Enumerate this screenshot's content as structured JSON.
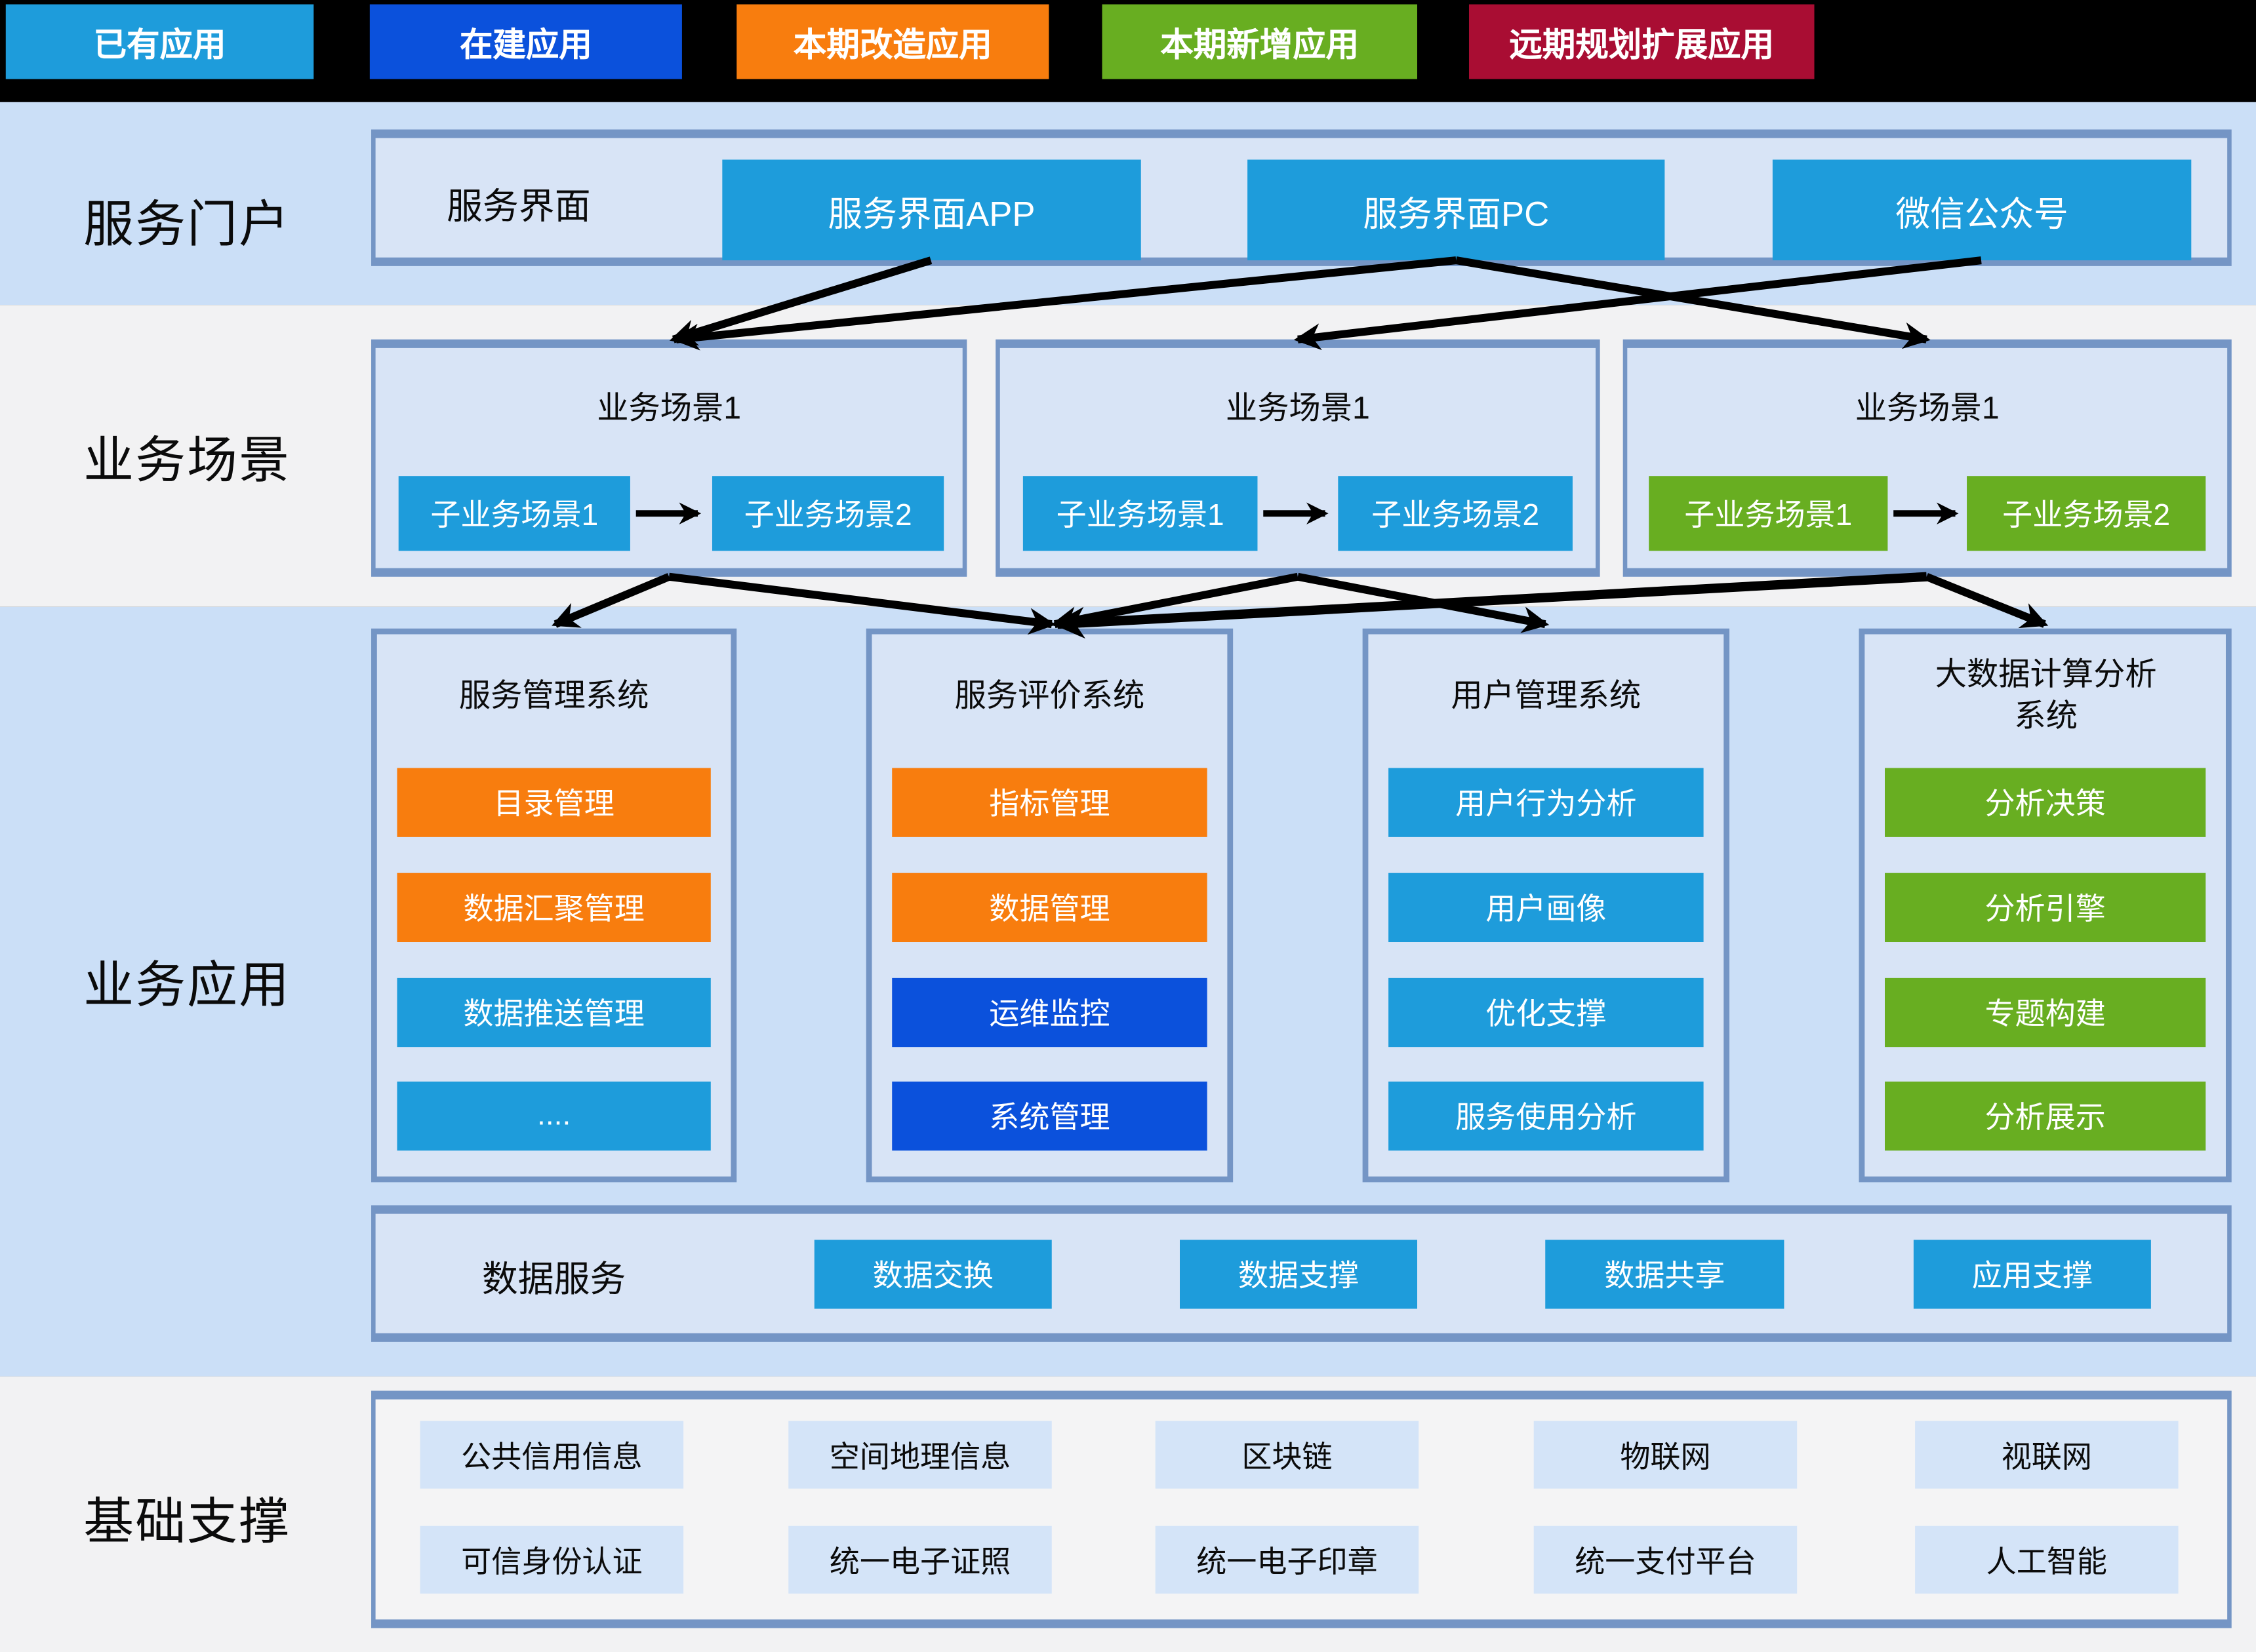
{
  "palette": {
    "light_blue": "#1E9CDB",
    "dark_blue": "#0B51DC",
    "orange": "#F87D0E",
    "green": "#68AE21",
    "crimson": "#A90D33",
    "band_blue": "#CBDFF7",
    "band_gray": "#F2F2F3",
    "panel_blue": "#D8E4F6",
    "panel_gray": "#F4F4F5",
    "base_chip": "#D4E4F8",
    "border": "#7495C5",
    "line": "#000000"
  },
  "legend": {
    "items": [
      {
        "label": "已有应用",
        "color": "#1E9CDB"
      },
      {
        "label": "在建应用",
        "color": "#0B51DC"
      },
      {
        "label": "本期改造应用",
        "color": "#F87D0E"
      },
      {
        "label": "本期新增应用",
        "color": "#68AE21"
      },
      {
        "label": "远期规划扩展应用",
        "color": "#A90D33"
      }
    ]
  },
  "portal": {
    "label": "服务门户",
    "group_label": "服务界面",
    "chips": [
      {
        "label": "服务界面APP",
        "color": "#1E9CDB"
      },
      {
        "label": "服务界面PC",
        "color": "#1E9CDB"
      },
      {
        "label": "微信公众号",
        "color": "#1E9CDB"
      }
    ]
  },
  "scenes": {
    "label": "业务场景",
    "boxes": [
      {
        "title": "业务场景1",
        "sub1": "子业务场景1",
        "sub2": "子业务场景2",
        "color": "#1E9CDB"
      },
      {
        "title": "业务场景1",
        "sub1": "子业务场景1",
        "sub2": "子业务场景2",
        "color": "#1E9CDB"
      },
      {
        "title": "业务场景1",
        "sub1": "子业务场景1",
        "sub2": "子业务场景2",
        "color": "#68AE21"
      }
    ]
  },
  "apps": {
    "label": "业务应用",
    "systems": [
      {
        "title": "服务管理系统",
        "items": [
          {
            "label": "目录管理",
            "color": "#F87D0E"
          },
          {
            "label": "数据汇聚管理",
            "color": "#F87D0E"
          },
          {
            "label": "数据推送管理",
            "color": "#1E9CDB"
          },
          {
            "label": "....",
            "color": "#1E9CDB"
          }
        ]
      },
      {
        "title": "服务评价系统",
        "items": [
          {
            "label": "指标管理",
            "color": "#F87D0E"
          },
          {
            "label": "数据管理",
            "color": "#F87D0E"
          },
          {
            "label": "运维监控",
            "color": "#0B51DC"
          },
          {
            "label": "系统管理",
            "color": "#0B51DC"
          }
        ]
      },
      {
        "title": "用户管理系统",
        "items": [
          {
            "label": "用户行为分析",
            "color": "#1E9CDB"
          },
          {
            "label": "用户画像",
            "color": "#1E9CDB"
          },
          {
            "label": "优化支撑",
            "color": "#1E9CDB"
          },
          {
            "label": "服务使用分析",
            "color": "#1E9CDB"
          }
        ]
      },
      {
        "title": "大数据计算分析系统",
        "items": [
          {
            "label": "分析决策",
            "color": "#68AE21"
          },
          {
            "label": "分析引擎",
            "color": "#68AE21"
          },
          {
            "label": "专题构建",
            "color": "#68AE21"
          },
          {
            "label": "分析展示",
            "color": "#68AE21"
          }
        ]
      }
    ]
  },
  "data_service": {
    "label": "数据服务",
    "chips": [
      {
        "label": "数据交换",
        "color": "#1E9CDB"
      },
      {
        "label": "数据支撑",
        "color": "#1E9CDB"
      },
      {
        "label": "数据共享",
        "color": "#1E9CDB"
      },
      {
        "label": "应用支撑",
        "color": "#1E9CDB"
      }
    ]
  },
  "base": {
    "label": "基础支撑",
    "row1": [
      {
        "label": "公共信用信息"
      },
      {
        "label": "空间地理信息"
      },
      {
        "label": "区块链"
      },
      {
        "label": "物联网"
      },
      {
        "label": "视联网"
      }
    ],
    "row2": [
      {
        "label": "可信身份认证"
      },
      {
        "label": "统一电子证照"
      },
      {
        "label": "统一电子印章"
      },
      {
        "label": "统一支付平台"
      },
      {
        "label": "人工智能"
      }
    ]
  }
}
